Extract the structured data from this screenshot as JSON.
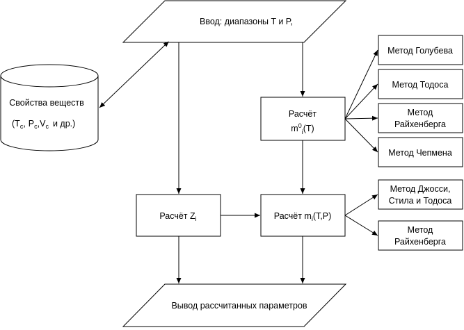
{
  "diagram": {
    "input_node": {
      "label": "Ввод: диапазоны T и P,"
    },
    "database": {
      "title": "Свойства веществ",
      "params": {
        "t_base": "T",
        "t_sub": "c",
        "p_base": "P",
        "p_sub": "c",
        "v_base": "V",
        "v_sub": "c",
        "tail": "и др.",
        "open_paren": "(",
        "close_paren": ")",
        "comma": ",",
        "sep": ","
      }
    },
    "calc_m0": {
      "line1": "Расчёт",
      "m_base": "m",
      "m_sup": "0",
      "m_sub": "i",
      "m_arg": "(T)"
    },
    "calc_z": {
      "prefix": "Расчёт ",
      "z_base": "Z",
      "z_sub": "i"
    },
    "calc_m": {
      "prefix": "Расчёт ",
      "m_base": "m",
      "m_sub": "i",
      "m_arg": "(T,P)"
    },
    "methods_m0": [
      {
        "line1": "Метод Голубева"
      },
      {
        "line1": "Метод Тодоса"
      },
      {
        "line1": "Метод",
        "line2": "Райхенберга"
      },
      {
        "line1": "Метод Чепмена"
      }
    ],
    "methods_m": [
      {
        "line1": "Метод Джосси,",
        "line2": "Стила и Тодоса"
      },
      {
        "line1": "Метод",
        "line2": "Райхенберга"
      }
    ],
    "output_node": {
      "label": "Вывод рассчитанных параметров"
    }
  }
}
